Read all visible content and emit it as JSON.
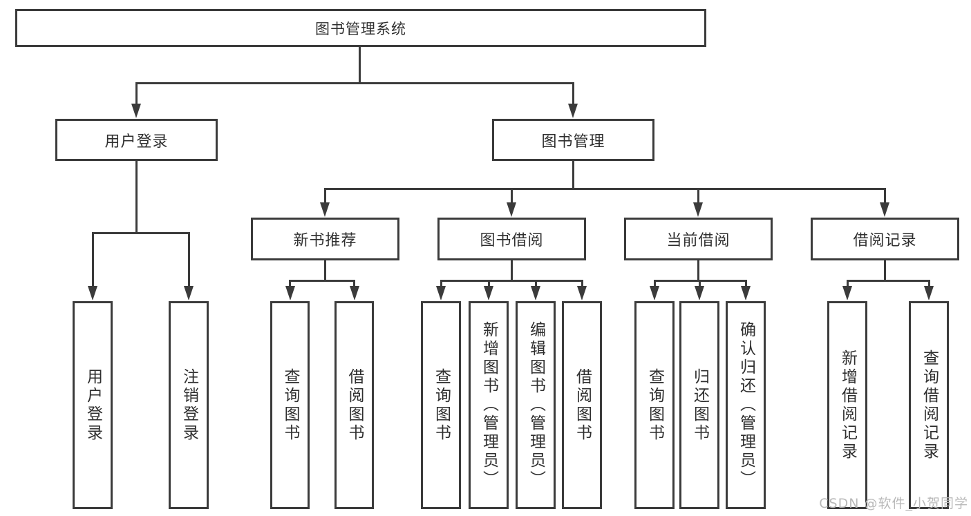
{
  "diagram": {
    "root_label": "图书管理系统",
    "level2": {
      "user_login": "用户登录",
      "book_mgmt": "图书管理"
    },
    "level3": {
      "new_book": "新书推荐",
      "book_borrow": "图书借阅",
      "current_borrow": "当前借阅",
      "borrow_record": "借阅记录"
    },
    "leaves": {
      "user_login": [
        "用户登录",
        "注销登录"
      ],
      "new_book": [
        "查询图书",
        "借阅图书"
      ],
      "book_borrow": [
        "查询图书",
        "新增图书（管理员）",
        "编辑图书（管理员）",
        "借阅图书"
      ],
      "current_borrow": [
        "查询图书",
        "归还图书",
        "确认归还（管理员）"
      ],
      "borrow_record": [
        "新增借阅记录",
        "查询借阅记录"
      ]
    },
    "watermark": "CSDN @软件_小贺同学",
    "colors": {
      "line": "#3b3b3b",
      "text": "#2f2f2f",
      "watermark": "#b9b9b9",
      "background": "#ffffff"
    }
  }
}
